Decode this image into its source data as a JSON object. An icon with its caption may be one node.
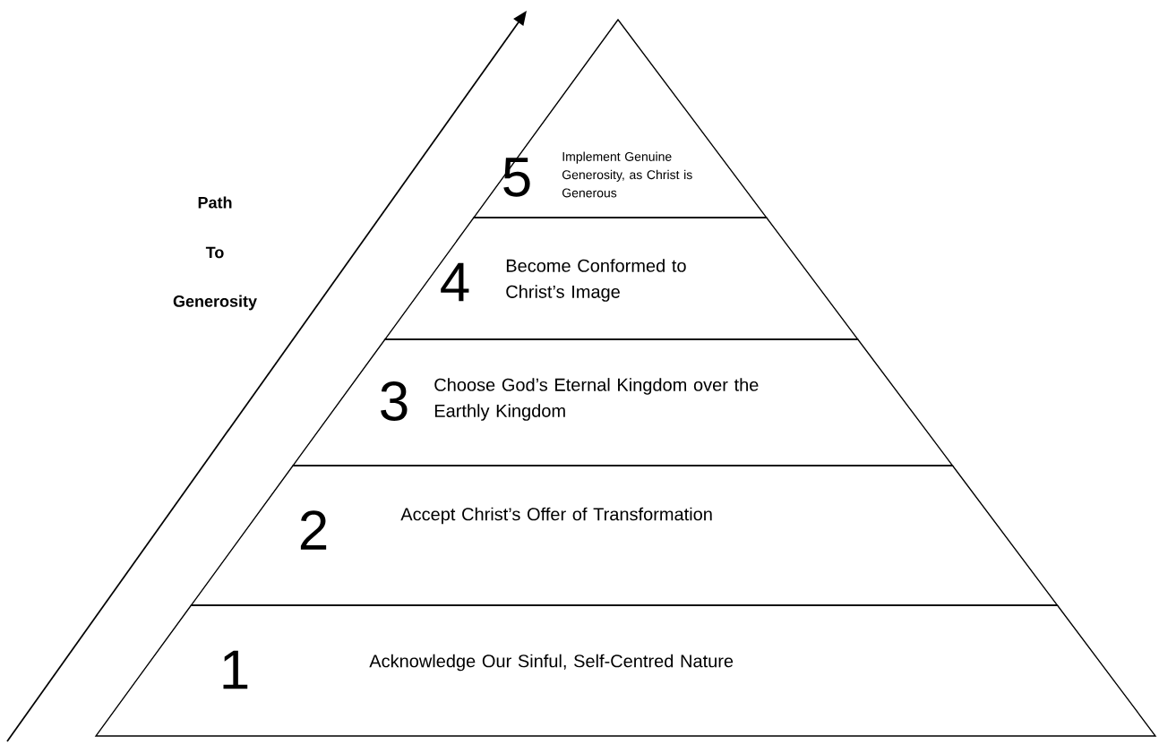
{
  "diagram": {
    "nodes": [
      {
        "text": [
          "5",
          "Implement Genuine Generosity, as Christ is Generous"
        ]
      },
      {
        "text": [
          "4",
          "Become Conformed to Christ’s Image"
        ]
      },
      {
        "text": [
          "3",
          "Choose God’s Eternal Kingdom over the Earthly Kingdom"
        ]
      },
      {
        "text": [
          "2",
          "Accept Christ’s Offer of Transformation"
        ]
      },
      {
        "text": [
          "1",
          "Acknowledge Our Sinful, Self-Centred Nature"
        ]
      }
    ],
    "edges": [],
    "labels": [
      "Path",
      "To",
      "Generosity"
    ]
  }
}
